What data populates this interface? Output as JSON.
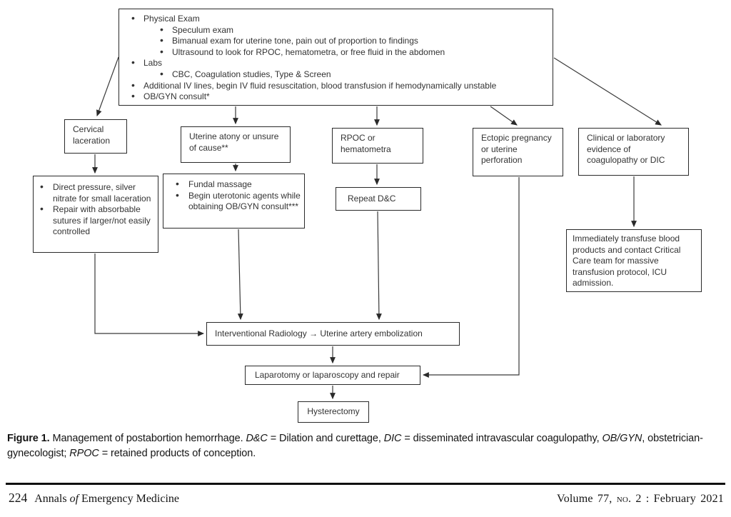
{
  "colors": {
    "ink": "#141414",
    "box_border": "#2a2a2a",
    "line": "#3a3a3a",
    "background": "#ffffff"
  },
  "figure": {
    "assessment": [
      "Physical Exam",
      "Speculum exam",
      "Bimanual exam for uterine tone, pain out of proportion to findings",
      "Ultrasound to look for RPOC, hematometra, or free fluid in the abdomen",
      "Labs",
      "CBC, Coagulation studies, Type & Screen",
      "Additional IV lines, begin IV fluid resuscitation, blood transfusion if hemodynamically unstable",
      "OB/GYN consult*"
    ],
    "cervical_laceration": "Cervical laceration",
    "uterine_atony": "Uterine atony or unsure of cause**",
    "rpoc": "RPOC or hematometra",
    "ectopic": "Ectopic pregnancy or uterine perforation",
    "coagulopathy": "Clinical or laboratory evidence of coagulopathy or DIC",
    "laceration_tx": [
      "Direct pressure, silver nitrate for small laceration",
      "Repair with absorbable sutures if larger/not easily controlled"
    ],
    "atony_tx": [
      "Fundal massage",
      "Begin uterotonic agents while obtaining OB/GYN consult***"
    ],
    "repeat_dc": "Repeat D&C",
    "transfusion": "Immediately transfuse blood products and contact Critical Care team for massive transfusion protocol, ICU admission.",
    "ir_embolization": "Interventional Radiology → Uterine artery embolization",
    "laparotomy": "Laparotomy or laparoscopy and repair",
    "hysterectomy": "Hysterectomy"
  },
  "caption": {
    "fig_label": "Figure 1.",
    "s1": " Management of postabortion hemorrhage. ",
    "i1": "D&C",
    "s2": " = Dilation and curettage, ",
    "i2": "DIC",
    "s3": " = disseminated intravascular coagulopathy, ",
    "i3": "OB/GYN",
    "s4": ", obstetrician-gynecologist; ",
    "i4": "RPOC",
    "s5": " = retained products of conception."
  },
  "footer": {
    "page_number": "224",
    "journal_1": "Annals ",
    "journal_of": "of",
    "journal_2": " Emergency Medicine",
    "volume_1": "Volume 77, ",
    "volume_no": "no.",
    "volume_2": " 2  :  February 2021"
  }
}
